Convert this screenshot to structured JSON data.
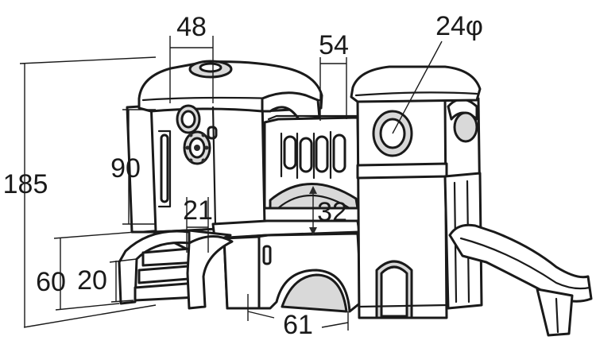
{
  "dimensions": {
    "top_width": "48",
    "deck_width": "54",
    "window_diameter": "24φ",
    "total_height": "185",
    "tower_height": "90",
    "step_width": "21",
    "arch_height": "32",
    "platform_height": "60",
    "step_height": "20",
    "base_width": "61"
  }
}
